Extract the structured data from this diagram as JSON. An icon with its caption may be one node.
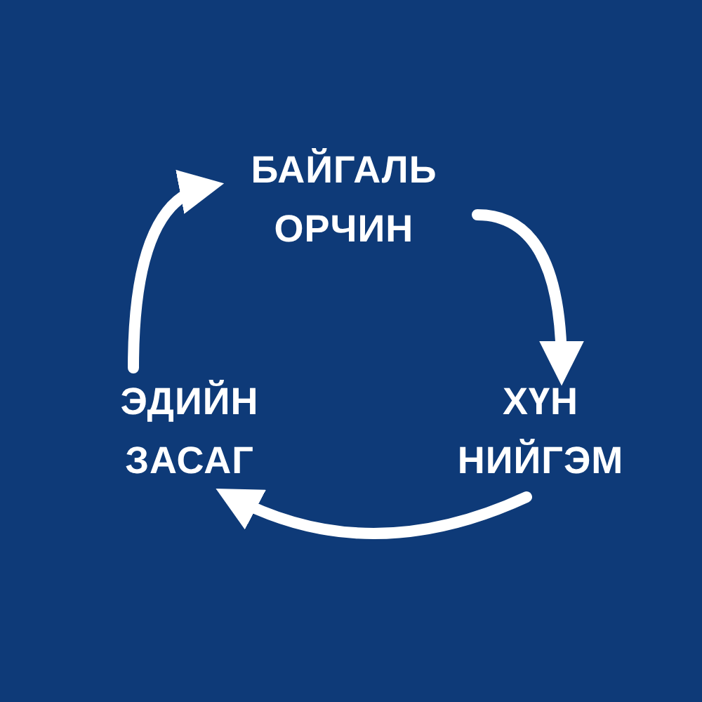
{
  "diagram": {
    "nodes": [
      {
        "text": [
          "БАЙГАЛЬ ОРЧИН"
        ]
      },
      {
        "text": [
          "ХҮН НИЙГЭМ"
        ]
      },
      {
        "text": [
          "ЭДИЙН ЗАСАГ"
        ]
      }
    ],
    "edges": [
      {
        "from": 0,
        "to": 1,
        "arrow": "to"
      },
      {
        "from": 1,
        "to": 2,
        "arrow": "to"
      },
      {
        "from": 2,
        "to": 0,
        "arrow": "to"
      }
    ]
  }
}
